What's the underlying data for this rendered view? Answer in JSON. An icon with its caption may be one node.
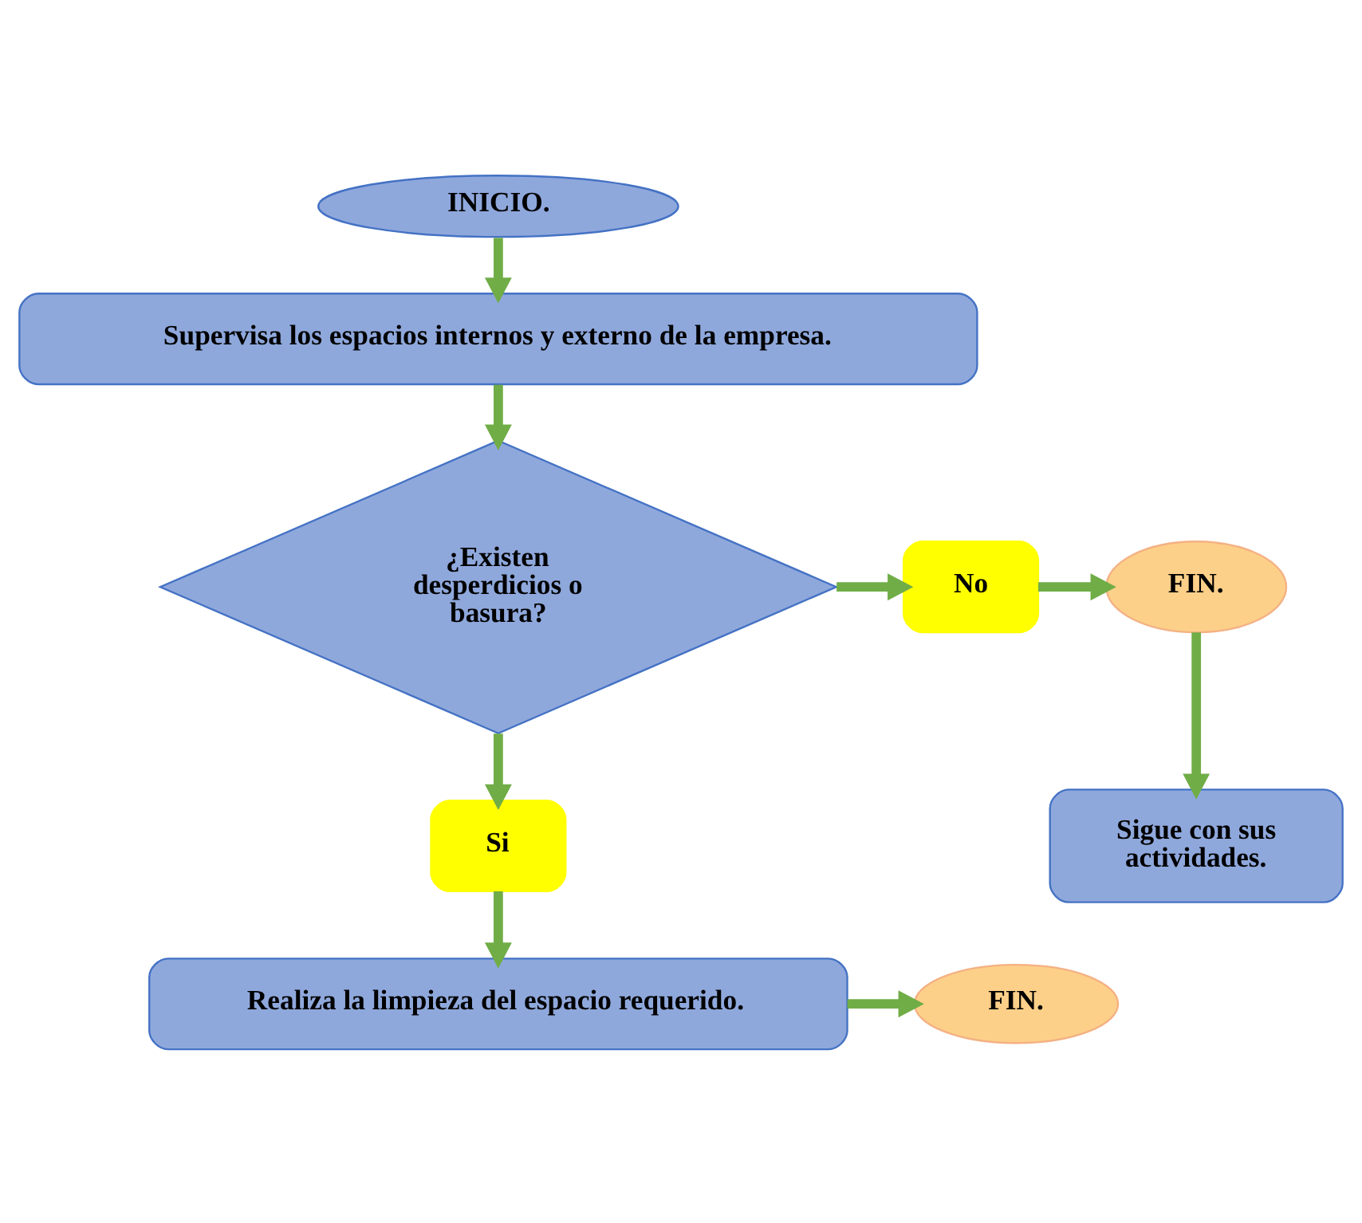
{
  "diagram": {
    "nodes": [
      {
        "text": [
          "INICIO."
        ]
      },
      {
        "text": [
          "Supervisa los espacios internos y externo de la empresa."
        ]
      },
      {
        "text": [
          "¿Existen desperdicios o basura?"
        ]
      },
      {
        "text": [
          "No"
        ]
      },
      {
        "text": [
          "FIN."
        ]
      },
      {
        "text": [
          "Sigue con sus actividades."
        ]
      },
      {
        "text": [
          "Si"
        ]
      },
      {
        "text": [
          "Realiza la limpieza del espacio requerido."
        ]
      },
      {
        "text": [
          "FIN."
        ]
      }
    ],
    "edges": [
      {
        "from": 0,
        "to": 1,
        "arrow": "to"
      },
      {
        "from": 1,
        "to": 2,
        "arrow": "to"
      },
      {
        "from": 2,
        "to": 3,
        "arrow": "to"
      },
      {
        "from": 3,
        "to": 4,
        "arrow": "to"
      },
      {
        "from": 4,
        "to": 5,
        "arrow": "to"
      },
      {
        "from": 2,
        "to": 6,
        "arrow": "to"
      },
      {
        "from": 6,
        "to": 7,
        "arrow": "to"
      },
      {
        "from": 7,
        "to": 8,
        "arrow": "to"
      }
    ]
  }
}
